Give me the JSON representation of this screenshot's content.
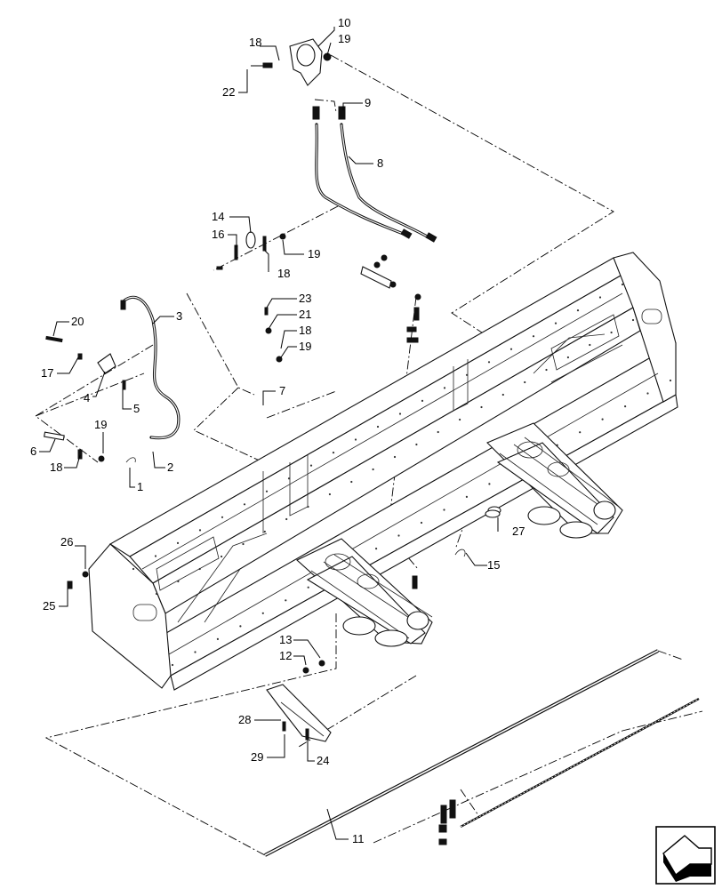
{
  "diagram": {
    "callouts": [
      {
        "key": "c1",
        "text": "1"
      },
      {
        "key": "c2",
        "text": "2"
      },
      {
        "key": "c3",
        "text": "3"
      },
      {
        "key": "c4",
        "text": "4"
      },
      {
        "key": "c5",
        "text": "5"
      },
      {
        "key": "c6",
        "text": "6"
      },
      {
        "key": "c7",
        "text": "7"
      },
      {
        "key": "c8",
        "text": "8"
      },
      {
        "key": "c9",
        "text": "9"
      },
      {
        "key": "c10",
        "text": "10"
      },
      {
        "key": "c11",
        "text": "11"
      },
      {
        "key": "c12",
        "text": "12"
      },
      {
        "key": "c13",
        "text": "13"
      },
      {
        "key": "c14",
        "text": "14"
      },
      {
        "key": "c15",
        "text": "15"
      },
      {
        "key": "c16",
        "text": "16"
      },
      {
        "key": "c17",
        "text": "17"
      },
      {
        "key": "c18a",
        "text": "18"
      },
      {
        "key": "c18b",
        "text": "18"
      },
      {
        "key": "c18c",
        "text": "18"
      },
      {
        "key": "c18d",
        "text": "18"
      },
      {
        "key": "c19a",
        "text": "19"
      },
      {
        "key": "c19b",
        "text": "19"
      },
      {
        "key": "c19c",
        "text": "19"
      },
      {
        "key": "c19d",
        "text": "19"
      },
      {
        "key": "c20",
        "text": "20"
      },
      {
        "key": "c21",
        "text": "21"
      },
      {
        "key": "c22",
        "text": "22"
      },
      {
        "key": "c23",
        "text": "23"
      },
      {
        "key": "c24",
        "text": "24"
      },
      {
        "key": "c25",
        "text": "25"
      },
      {
        "key": "c26",
        "text": "26"
      },
      {
        "key": "c27",
        "text": "27"
      },
      {
        "key": "c28",
        "text": "28"
      },
      {
        "key": "c29",
        "text": "29"
      }
    ],
    "nav_icon": "navigation-arrow-icon"
  }
}
